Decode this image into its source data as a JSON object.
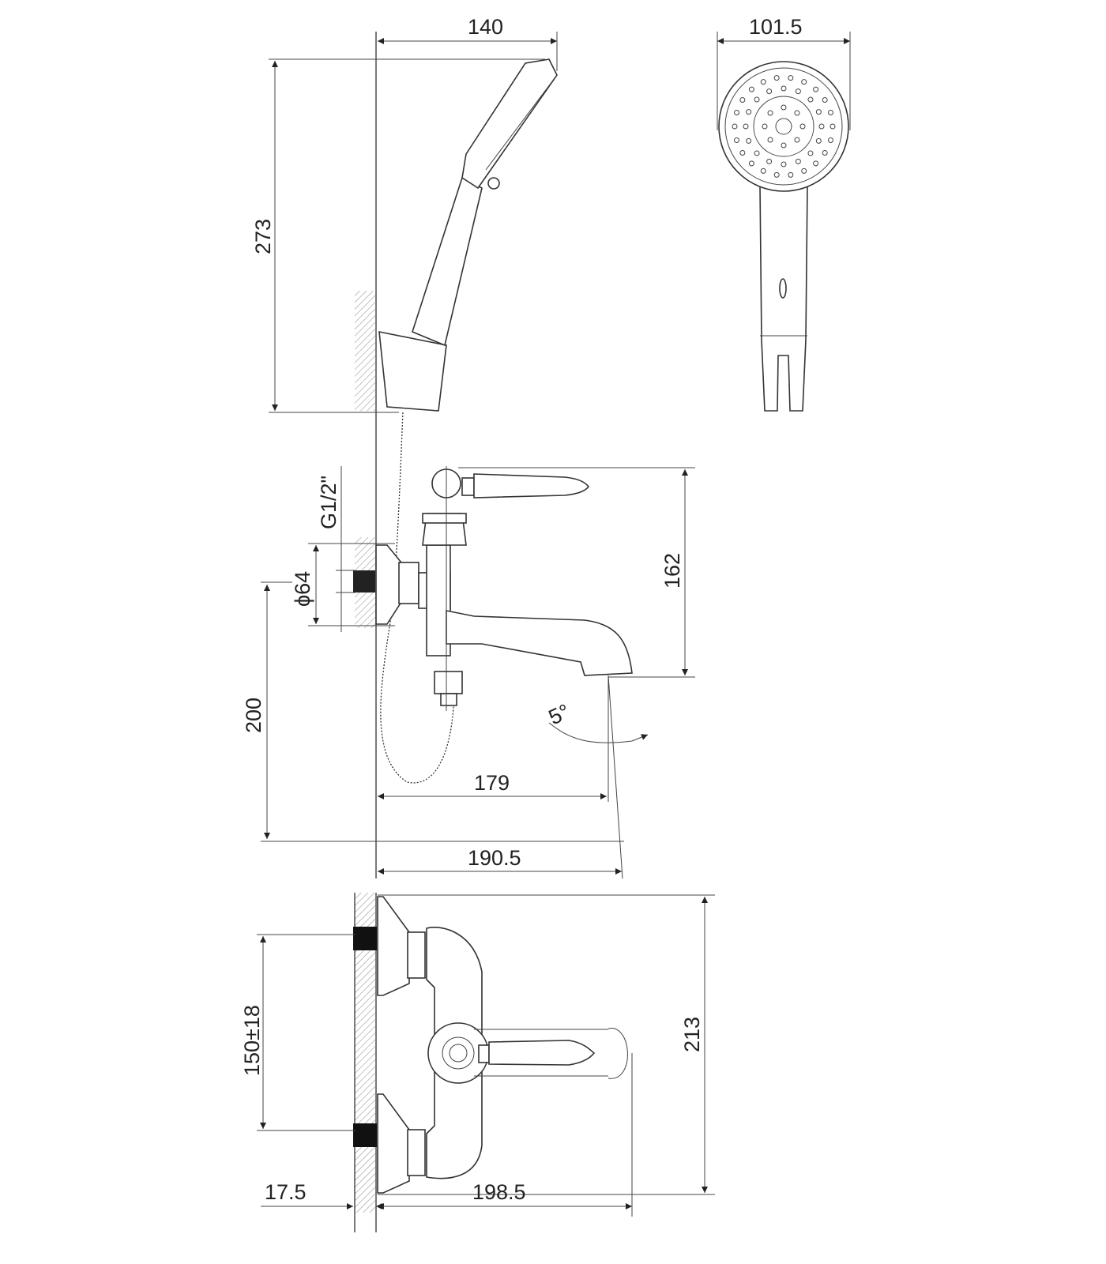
{
  "drawing": {
    "dimensions": {
      "shower_width": "140",
      "shower_head_diameter": "101.5",
      "shower_height": "273",
      "thread": "G1/2\"",
      "flange_diameter": "ϕ64",
      "spout_height": "162",
      "inlet_height": "200",
      "spout_angle": "5°",
      "spout_reach": "179",
      "total_reach": "190.5",
      "inlet_spacing": "150±18",
      "body_width": "213",
      "wall_offset": "17.5",
      "top_reach": "198.5"
    }
  }
}
